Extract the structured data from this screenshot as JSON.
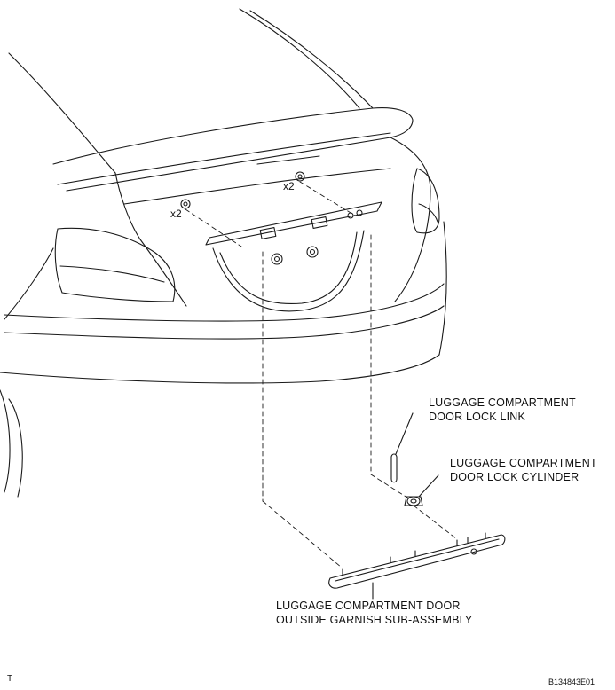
{
  "labels": {
    "door_lock_link": [
      "LUGGAGE COMPARTMENT",
      "DOOR LOCK LINK"
    ],
    "door_lock_cylinder": [
      "LUGGAGE COMPARTMENT",
      "DOOR LOCK CYLINDER"
    ],
    "outside_garnish": [
      "LUGGAGE COMPARTMENT DOOR",
      "OUTSIDE GARNISH SUB-ASSEMBLY"
    ]
  },
  "quantities": {
    "left_nut": "x2",
    "right_nut": "x2"
  },
  "corner": {
    "view_code": "T",
    "figure_id": "B134843E01"
  },
  "colors": {
    "line": "#1a1a1a",
    "background": "#ffffff"
  }
}
